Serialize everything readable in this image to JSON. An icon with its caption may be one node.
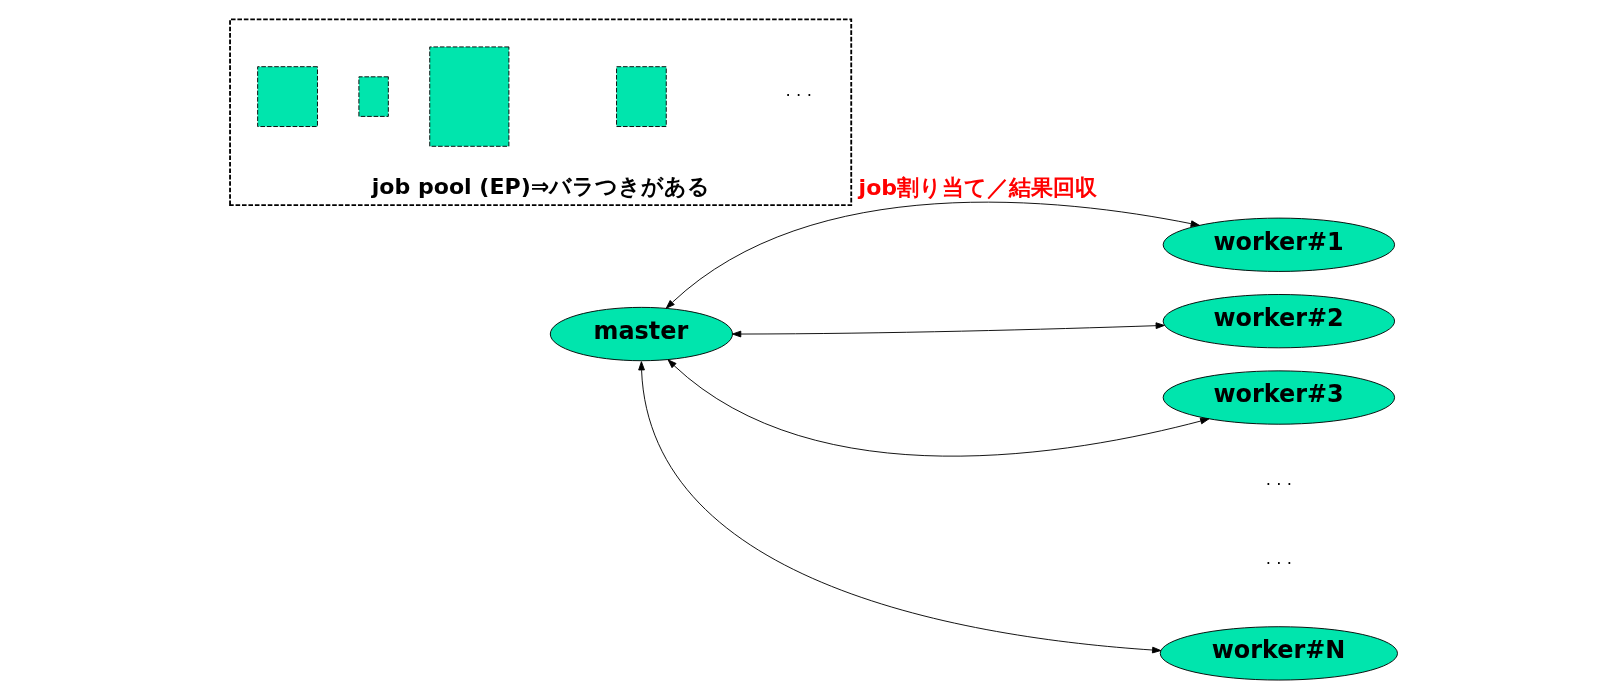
{
  "diagram": {
    "nodes": [
      {
        "text": [
          "master"
        ]
      },
      {
        "text": [
          "worker#1"
        ]
      },
      {
        "text": [
          "worker#2"
        ]
      },
      {
        "text": [
          "worker#3"
        ]
      },
      {
        "text": [
          "worker#N"
        ]
      },
      {
        "text": [
          "job pool (EP)⇒バラつきがある"
        ]
      },
      {
        "text": [],
        "shape": "box",
        "in": 5
      },
      {
        "text": [],
        "shape": "box",
        "in": 5
      },
      {
        "text": [],
        "shape": "box",
        "in": 5
      },
      {
        "text": [],
        "shape": "box",
        "in": 5
      }
    ],
    "edges": [
      {
        "from": 0,
        "to": 1,
        "arrow": "both",
        "label": "job割り当て／結果回収"
      },
      {
        "from": 0,
        "to": 2,
        "arrow": "both"
      },
      {
        "from": 0,
        "to": 3,
        "arrow": "both"
      },
      {
        "from": 0,
        "to": 4,
        "arrow": "both"
      }
    ],
    "labels": [
      "· · ·",
      "· · ·",
      "· · ·"
    ]
  }
}
